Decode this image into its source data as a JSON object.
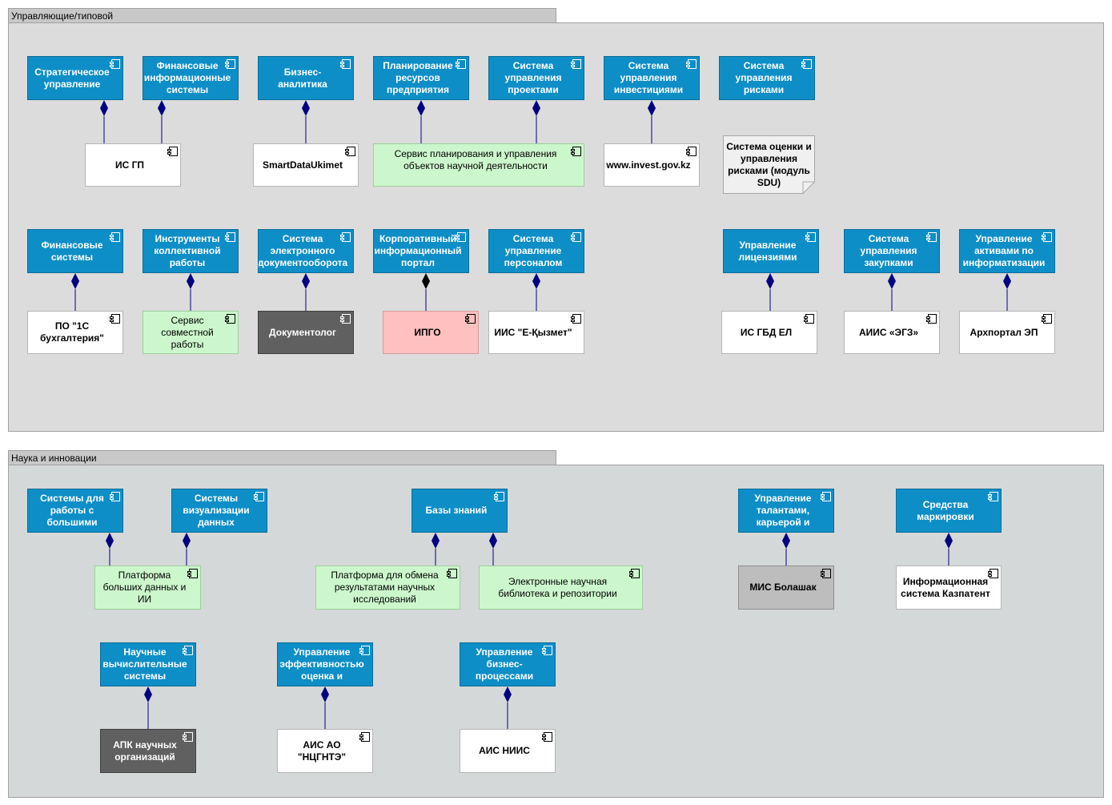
{
  "groups": {
    "management": "Управляющие/типовой",
    "science": "Наука и инновации"
  },
  "nodes": {
    "n1": "Стратегическое управление",
    "n2": "Финансовые информационные системы",
    "n3": "Бизнес-аналитика",
    "n4": "Планирование ресурсов предприятия",
    "n5": "Система управления проектами",
    "n6": "Система управления инвестициями",
    "n7": "Система управления рисками",
    "n8": "ИС ГП",
    "n9": "SmartDataUkimet",
    "n10": "Сервис планирования и управления объектов научной деятельности",
    "n11": "www.invest.gov.kz",
    "n12": "Система оценки и управления рисками (модуль SDU)",
    "n13": "Финансовые системы",
    "n14": "Инструменты коллективной работы",
    "n15": "Система электронного документооборота",
    "n16": "Корпоративный информационный портал",
    "n17": "Система управление персоналом",
    "n18": "Управление лицензиями",
    "n19": "Система управления закупками",
    "n20": "Управление активами по информатизации",
    "n21": "ПО \"1С бухгалтерия\"",
    "n22": "Сервис совместной работы",
    "n23": "Документолог",
    "n24": "ИПГО",
    "n25": "ИИС \"Е-Қызмет\"",
    "n26": "ИС ГБД ЕЛ",
    "n27": "АИИС «ЭГЗ»",
    "n28": "Архпортал ЭП",
    "n29": "Системы для работы с большими",
    "n30": "Системы визуализации данных",
    "n31": "Базы знаний",
    "n32": "Управление талантами, карьерой и",
    "n33": "Средства маркировки",
    "n34": "Платформа больших данных и ИИ",
    "n35": "Платформа для обмена результатами научных исследований",
    "n36": "Электронные научная библиотека и репозитории",
    "n37": "МИС Болашак",
    "n38": "Информационная система Казпатент",
    "n39": "Научные вычислительные системы",
    "n40": "Управление эффективностью оценка и",
    "n41": "Управление бизнес-процессами",
    "n42": "АПК научных организаций",
    "n43": "АИС АО \"НЦГНТЭ\"",
    "n44": "АИС НИИС"
  },
  "colors": {
    "capability": "#0e8ec7",
    "application": "#ffffff",
    "service": "#ccf7cc",
    "highlight": "#ffc0c0",
    "dark": "#606060",
    "grey": "#bdbdbd",
    "connector": "#000080"
  },
  "icons": {
    "component": "component-icon"
  }
}
